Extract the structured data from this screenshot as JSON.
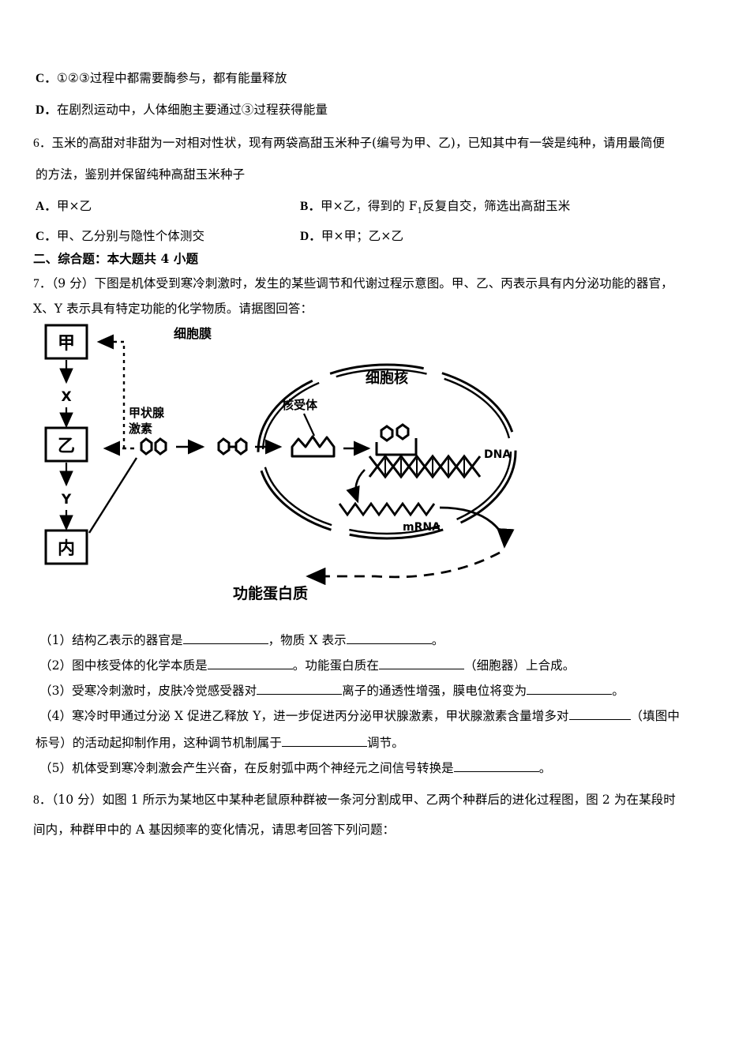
{
  "document": {
    "type": "exam-paper",
    "language": "zh-CN",
    "subject_hint": "生物"
  },
  "choices_q5": [
    {
      "letter": "C．",
      "text": "①②③过程中都需要酶参与，都有能量释放"
    },
    {
      "letter": "D．",
      "text": "在剧烈运动中，人体细胞主要通过③过程获得能量"
    }
  ],
  "question6": {
    "number": "6．",
    "stem_line1": "玉米的高甜对非甜为一对相对性状，现有两袋高甜玉米种子(编号为甲、乙)，已知其中有一袋是纯种，请用最简便",
    "stem_line2": "的方法，鉴别并保留纯种高甜玉米种子",
    "options": [
      {
        "letter": "A．",
        "text": "甲×乙"
      },
      {
        "letter": "B．",
        "text_before": "甲×乙，得到的 F",
        "sub": "1",
        "text_after": "反复自交，筛选出高甜玉米"
      },
      {
        "letter": "C．",
        "text": "甲、乙分别与隐性个体测交"
      },
      {
        "letter": "D．",
        "text": "甲×甲；乙×乙"
      }
    ]
  },
  "section_header": "二、综合题：本大题共 4 小题",
  "question7": {
    "number": "7．",
    "score": "（9 分）",
    "stem_line1": "下图是机体受到寒冷刺激时，发生的某些调节和代谢过程示意图。甲、乙、丙表示具有内分泌功能的器官，",
    "stem_line2": "X、Y 表示具有特定功能的化学物质。请据图回答：",
    "sub_questions": [
      {
        "label": "（1）",
        "part1": "结构乙表示的器官是",
        "part2": "，物质 X 表示",
        "part3": "。"
      },
      {
        "label": "（2）",
        "part1": "图中核受体的化学本质是",
        "part2": "。功能蛋白质在",
        "part3": "（细胞器）上合成。"
      },
      {
        "label": "（3）",
        "part1": "受寒冷刺激时，皮肤冷觉感受器对",
        "part2": "离子的通透性增强，膜电位将变为",
        "part3": "。"
      },
      {
        "label": "（4）",
        "part1": "寒冷时甲通过分泌 X 促进乙释放 Y，进一步促进丙分泌甲状腺激素，甲状腺激素含量增多对",
        "part2": "（填图中",
        "line2_part1": "标号）的活动起抑制作用，这种调节机制属于",
        "line2_part2": "调节。"
      },
      {
        "label": "（5）",
        "part1": "机体受到寒冷刺激会产生兴奋，在反射弧中两个神经元之间信号转换是",
        "part2": "。"
      }
    ]
  },
  "diagram": {
    "name": "寒冷刺激调节与代谢过程示意图",
    "boxes": [
      {
        "id": "box-jia",
        "label": "甲"
      },
      {
        "id": "box-yi",
        "label": "乙"
      },
      {
        "id": "box-bing",
        "label": "内"
      }
    ],
    "arrow_labels": [
      {
        "id": "label-x",
        "label": "X"
      },
      {
        "id": "label-y",
        "label": "Y"
      }
    ],
    "labels": [
      {
        "id": "label-cell-membrane",
        "label": "细胞膜"
      },
      {
        "id": "label-nucleus",
        "label": "细胞核"
      },
      {
        "id": "label-nuclear-receptor",
        "label": "核受体"
      },
      {
        "id": "label-thyroid-hormone-line1",
        "label": "甲状腺"
      },
      {
        "id": "label-thyroid-hormone-line2",
        "label": "激素"
      },
      {
        "id": "label-dna",
        "label": "DNA"
      },
      {
        "id": "label-mrna",
        "label": "mRNA"
      },
      {
        "id": "label-functional-protein",
        "label": "功能蛋白质"
      }
    ]
  },
  "question8": {
    "number": "8．",
    "score": "（10 分）",
    "stem_line1": "如图 1 所示为某地区中某种老鼠原种群被一条河分割成甲、乙两个种群后的进化过程图，图 2 为在某段时",
    "stem_line2": "间内，种群甲中的 A 基因频率的变化情况，请思考回答下列问题："
  }
}
